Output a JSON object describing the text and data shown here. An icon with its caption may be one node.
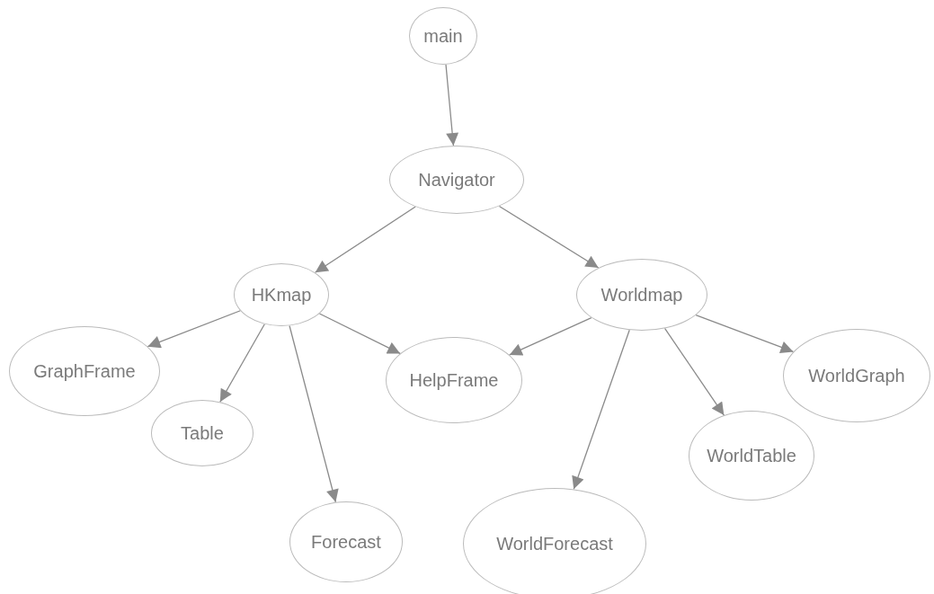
{
  "diagram": {
    "nodes": [
      {
        "text": [
          "main"
        ]
      },
      {
        "text": [
          "Navigator"
        ]
      },
      {
        "text": [
          "HKmap"
        ]
      },
      {
        "text": [
          "Worldmap"
        ]
      },
      {
        "text": [
          "GraphFrame"
        ]
      },
      {
        "text": [
          "HelpFrame"
        ]
      },
      {
        "text": [
          "WorldGraph"
        ]
      },
      {
        "text": [
          "Table"
        ]
      },
      {
        "text": [
          "WorldTable"
        ]
      },
      {
        "text": [
          "Forecast"
        ]
      },
      {
        "text": [
          "WorldForecast"
        ]
      }
    ],
    "edges": [
      {
        "from": 0,
        "to": 1,
        "arrow": "to"
      },
      {
        "from": 1,
        "to": 2,
        "arrow": "to"
      },
      {
        "from": 1,
        "to": 3,
        "arrow": "to"
      },
      {
        "from": 2,
        "to": 4,
        "arrow": "to"
      },
      {
        "from": 2,
        "to": 7,
        "arrow": "to"
      },
      {
        "from": 2,
        "to": 9,
        "arrow": "to"
      },
      {
        "from": 2,
        "to": 5,
        "arrow": "to"
      },
      {
        "from": 3,
        "to": 5,
        "arrow": "to"
      },
      {
        "from": 3,
        "to": 10,
        "arrow": "to"
      },
      {
        "from": 3,
        "to": 8,
        "arrow": "to"
      },
      {
        "from": 3,
        "to": 6,
        "arrow": "to"
      }
    ]
  }
}
